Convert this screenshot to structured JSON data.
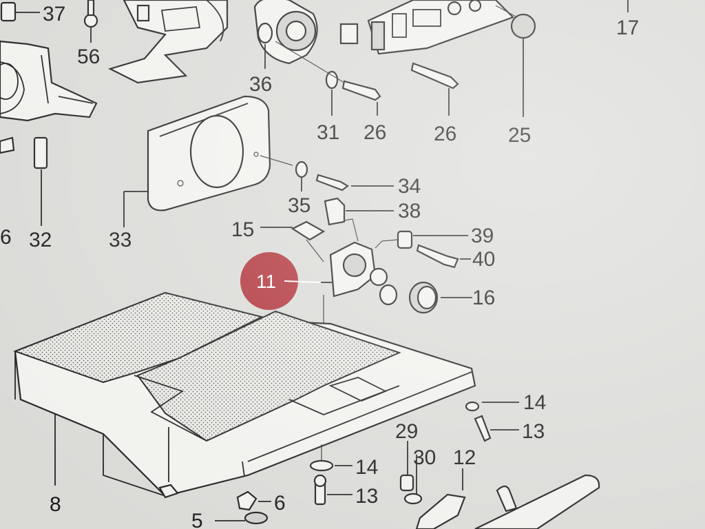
{
  "diagram": {
    "highlight_color": "#b0343b",
    "highlighted_label": "11",
    "callouts": [
      "37",
      "56",
      "17",
      "36",
      "31",
      "26",
      "26",
      "25",
      "32",
      "33",
      "35",
      "34",
      "38",
      "15",
      "39",
      "40",
      "16",
      "14",
      "13",
      "29",
      "30",
      "12",
      "14",
      "13",
      "6",
      "5",
      "8",
      "6"
    ]
  }
}
